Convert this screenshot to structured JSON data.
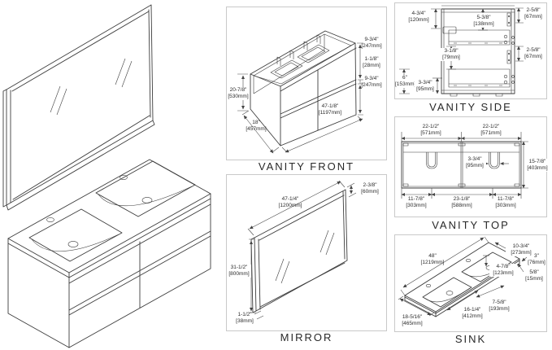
{
  "colors": {
    "line": "#3d3d3d",
    "dim_line": "#4a4a4a",
    "panel_border": "#c9c9c9",
    "text": "#2b2b2b",
    "background": "#ffffff"
  },
  "panels": {
    "vanity_front": {
      "title": "VANITY FRONT",
      "dims": {
        "drawer_top": {
          "in": "9-3/4\"",
          "mm": "[247mm]"
        },
        "drawer_gap": {
          "in": "1-1/8\"",
          "mm": "[28mm]"
        },
        "drawer_bottom": {
          "in": "9-3/4\"",
          "mm": "[247mm]"
        },
        "height": {
          "in": "20-7/8\"",
          "mm": "[530mm]"
        },
        "depth": {
          "in": "18\"",
          "mm": "[457mm]"
        },
        "width": {
          "in": "47-1/8\"",
          "mm": "[1197mm]"
        }
      }
    },
    "mirror": {
      "title": "MIRROR",
      "dims": {
        "width": {
          "in": "47-1/4\"",
          "mm": "[1200mm]"
        },
        "frame_depth": {
          "in": "2-3/8\"",
          "mm": "[60mm]"
        },
        "height": {
          "in": "31-1/2\"",
          "mm": "[800mm]"
        },
        "thickness": {
          "in": "1-1/2\"",
          "mm": "[38mm]"
        }
      }
    },
    "vanity_side": {
      "title": "VANITY SIDE",
      "dims": {
        "top_left": {
          "in": "4-3/4\"",
          "mm": "[120mm]"
        },
        "top_center": {
          "in": "5-3/8\"",
          "mm": "[138mm]"
        },
        "top_right": {
          "in": "2-5/8\"",
          "mm": "[67mm]"
        },
        "mid_right": {
          "in": "2-5/8\"",
          "mm": "[67mm]"
        },
        "drawer_gap": {
          "in": "3-1/8\"",
          "mm": "[79mm]"
        },
        "bottom_left": {
          "in": "6\"",
          "mm": "[153mm]"
        },
        "bottom_center": {
          "in": "3-3/4\"",
          "mm": "[95mm]"
        }
      }
    },
    "vanity_top": {
      "title": "VANITY TOP",
      "dims": {
        "left_half": {
          "in": "22-1/2\"",
          "mm": "[571mm]"
        },
        "right_half": {
          "in": "22-1/2\"",
          "mm": "[571mm]"
        },
        "cutout": {
          "in": "3-3/4\"",
          "mm": "[95mm]"
        },
        "depth": {
          "in": "15-7/8\"",
          "mm": "[403mm]"
        },
        "bottom_left": {
          "in": "11-7/8\"",
          "mm": "[303mm]"
        },
        "bottom_center": {
          "in": "23-1/8\"",
          "mm": "[588mm]"
        },
        "bottom_right": {
          "in": "11-7/8\"",
          "mm": "[303mm]"
        }
      }
    },
    "sink": {
      "title": "SINK",
      "dims": {
        "width": {
          "in": "48\"",
          "mm": "[1219mm]"
        },
        "back_right": {
          "in": "10-3/4\"",
          "mm": "[273mm]"
        },
        "edge_height": {
          "in": "3\"",
          "mm": "[76mm]"
        },
        "lip": {
          "in": "5/8\"",
          "mm": "[15mm]"
        },
        "basin_depth": {
          "in": "4-7/8\"",
          "mm": "[123mm]"
        },
        "front_right": {
          "in": "7-5/8\"",
          "mm": "[193mm]"
        },
        "basin_width": {
          "in": "16-1/4\"",
          "mm": "[412mm]"
        },
        "depth": {
          "in": "18-5/16\"",
          "mm": "[465mm]"
        }
      }
    }
  }
}
